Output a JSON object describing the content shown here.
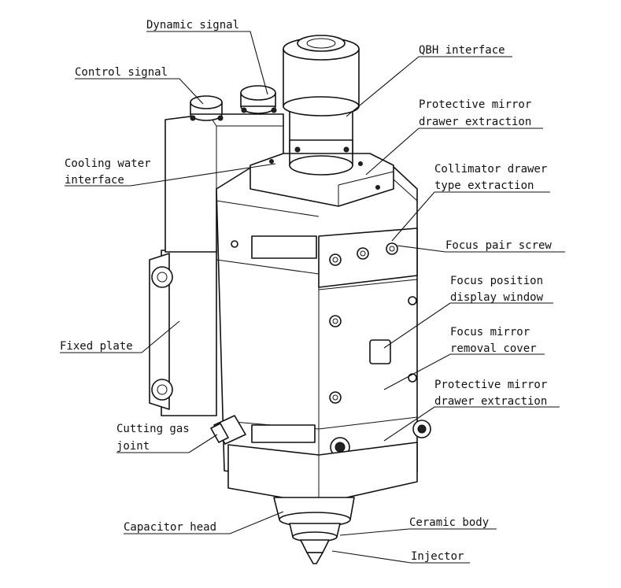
{
  "labels": {
    "dynamic_signal": "Dynamic signal",
    "control_signal": "Control signal",
    "qbh_interface": "QBH interface",
    "protective_mirror_top_1": "Protective mirror",
    "protective_mirror_top_2": "drawer extraction",
    "cooling_water_1": "Cooling water",
    "cooling_water_2": "interface",
    "collimator_drawer_1": "Collimator drawer",
    "collimator_drawer_2": "type extraction",
    "focus_pair_screw": "Focus pair screw",
    "focus_position_1": "Focus position",
    "focus_position_2": "display window",
    "focus_mirror_1": "Focus mirror",
    "focus_mirror_2": "removal cover",
    "fixed_plate": "Fixed plate",
    "protective_mirror_bottom_1": "Protective mirror",
    "protective_mirror_bottom_2": "drawer extraction",
    "cutting_gas_1": "Cutting gas",
    "cutting_gas_2": "joint",
    "capacitor_head": "Capacitor head",
    "ceramic_body": "Ceramic body",
    "injector": "Injector"
  }
}
